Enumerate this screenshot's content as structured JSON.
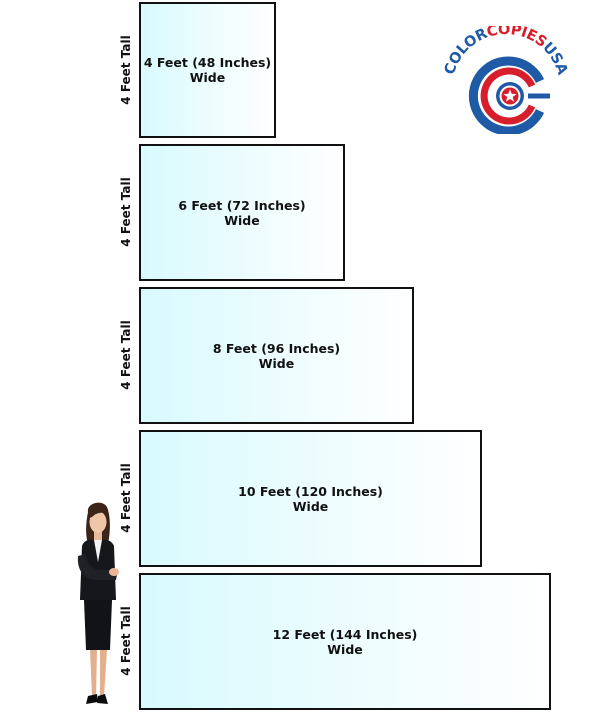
{
  "banners": [
    {
      "size": "4 Feet (48 Inches)",
      "wide": "Wide",
      "tall": "4 Feet Tall"
    },
    {
      "size": "6 Feet (72 Inches)",
      "wide": "Wide",
      "tall": "4 Feet Tall"
    },
    {
      "size": "8 Feet (96 Inches)",
      "wide": "Wide",
      "tall": "4 Feet Tall"
    },
    {
      "size": "10 Feet (120 Inches)",
      "wide": "Wide",
      "tall": "4 Feet Tall"
    },
    {
      "size": "12 Feet (144 Inches)",
      "wide": "Wide",
      "tall": "4 Feet Tall"
    }
  ],
  "logo": {
    "part1": "COLOR",
    "part2": "COPIES",
    "part3": "USA"
  },
  "colors": {
    "brand_blue": "#1f5aa6",
    "brand_red": "#d71f2b",
    "banner_tint": "#d8fafd"
  }
}
